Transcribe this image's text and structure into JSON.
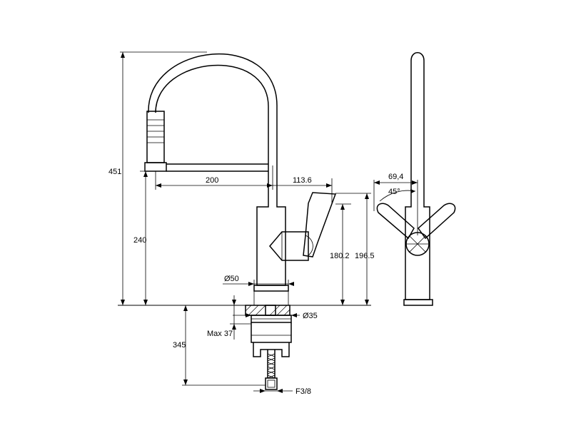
{
  "dimensions": {
    "overall_height": "451",
    "spout_height": "240",
    "reach": "200",
    "handle_offset": "113.6",
    "handle_height_low": "180.2",
    "handle_height_high": "196.5",
    "base_diameter": "Ø50",
    "hole_diameter": "Ø35",
    "max_deck": "Max 37",
    "hose_length": "345",
    "connection": "F3/8",
    "side_offset": "69,4",
    "handle_angle": "45°"
  },
  "colors": {
    "line": "#000000",
    "background": "#ffffff"
  }
}
